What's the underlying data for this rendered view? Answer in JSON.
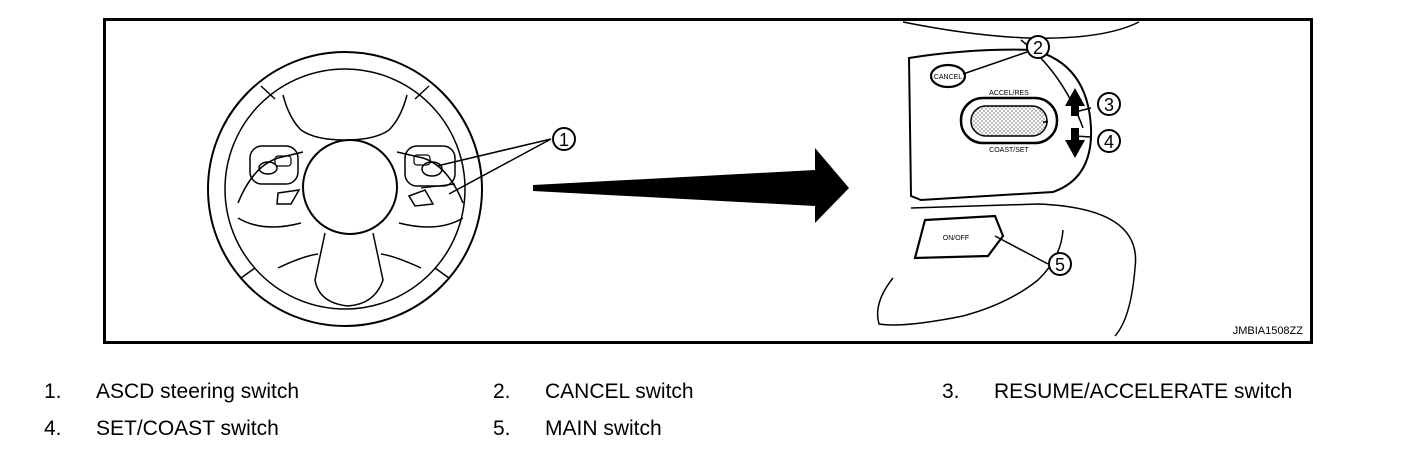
{
  "figure": {
    "code": "JMBIA1508ZZ",
    "callouts": [
      "1",
      "2",
      "3",
      "4",
      "5"
    ],
    "switch_labels": {
      "cancel": "CANCEL",
      "accel_res": "ACCEL/RES",
      "coast_set": "COAST/SET",
      "on_off": "ON/OFF"
    }
  },
  "legend": [
    {
      "num": "1.",
      "label": "ASCD steering switch"
    },
    {
      "num": "2.",
      "label": "CANCEL switch"
    },
    {
      "num": "3.",
      "label": "RESUME/ACCELERATE switch"
    },
    {
      "num": "4.",
      "label": "SET/COAST switch"
    },
    {
      "num": "5.",
      "label": "MAIN switch"
    }
  ]
}
